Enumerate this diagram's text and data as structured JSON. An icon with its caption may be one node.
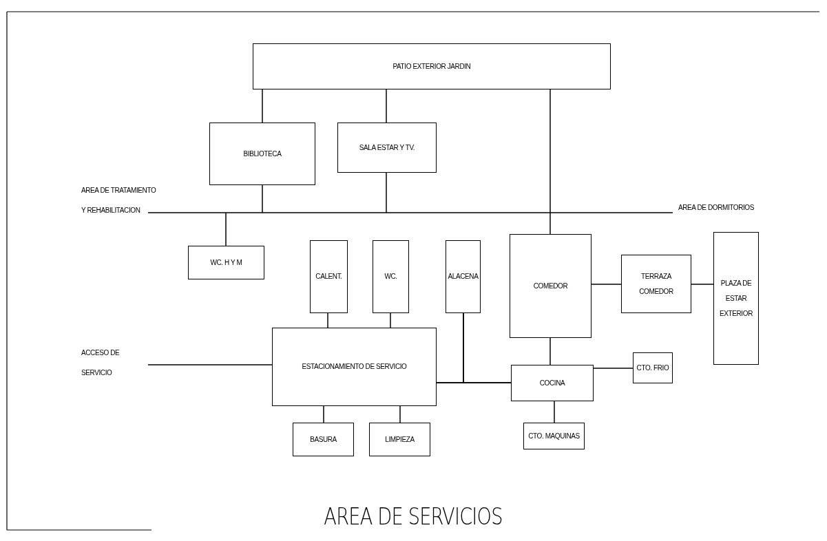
{
  "diagram": {
    "title": "AREA DE SERVICIOS",
    "nodes": [
      {
        "text": [
          "PATIO EXTERIOR  JARDIN"
        ]
      },
      {
        "text": [
          "BIBLIOTECA"
        ]
      },
      {
        "text": [
          "SALA ESTAR Y TV."
        ]
      },
      {
        "text": [
          "WC. H Y M"
        ]
      },
      {
        "text": [
          "CALENT."
        ]
      },
      {
        "text": [
          "WC."
        ]
      },
      {
        "text": [
          "ALACENA"
        ]
      },
      {
        "text": [
          "COMEDOR"
        ]
      },
      {
        "text": [
          "TERRAZA COMEDOR"
        ]
      },
      {
        "text": [
          "PLAZA DE ESTAR EXTERIOR"
        ]
      },
      {
        "text": [
          "ESTACIONAMIENTO DE SERVICIO"
        ]
      },
      {
        "text": [
          "COCINA"
        ]
      },
      {
        "text": [
          "CTO. FRIO"
        ]
      },
      {
        "text": [
          "BASURA"
        ]
      },
      {
        "text": [
          "LIMPIEZA"
        ]
      },
      {
        "text": [
          "CTO. MAQUINAS"
        ]
      }
    ],
    "edges": [
      {
        "from": 0,
        "to": 1,
        "arrow": "none"
      },
      {
        "from": 0,
        "to": 2,
        "arrow": "none"
      },
      {
        "from": 0,
        "to": 7,
        "arrow": "none"
      },
      {
        "from": 1,
        "to": null,
        "arrow": "none"
      },
      {
        "from": 2,
        "to": null,
        "arrow": "none"
      },
      {
        "from": null,
        "to": 3,
        "arrow": "none"
      },
      {
        "from": 4,
        "to": 10,
        "arrow": "none"
      },
      {
        "from": 5,
        "to": 10,
        "arrow": "none"
      },
      {
        "from": 6,
        "to": 10,
        "arrow": "none"
      },
      {
        "from": 6,
        "to": 11,
        "arrow": "none"
      },
      {
        "from": 10,
        "to": 11,
        "arrow": "none"
      },
      {
        "from": 7,
        "to": 8,
        "arrow": "none"
      },
      {
        "from": 8,
        "to": 9,
        "arrow": "none"
      },
      {
        "from": 7,
        "to": 11,
        "arrow": "none"
      },
      {
        "from": 11,
        "to": 12,
        "arrow": "none"
      },
      {
        "from": 11,
        "to": 15,
        "arrow": "none"
      },
      {
        "from": 10,
        "to": 13,
        "arrow": "none"
      },
      {
        "from": 10,
        "to": 14,
        "arrow": "none"
      },
      {
        "from": null,
        "to": 10,
        "arrow": "none"
      }
    ],
    "labels": [
      "AREA DE TRATAMIENTO Y REHABILITACION",
      "AREA DE DORMITORIOS",
      "ACCESO DE SERVICIO"
    ]
  }
}
